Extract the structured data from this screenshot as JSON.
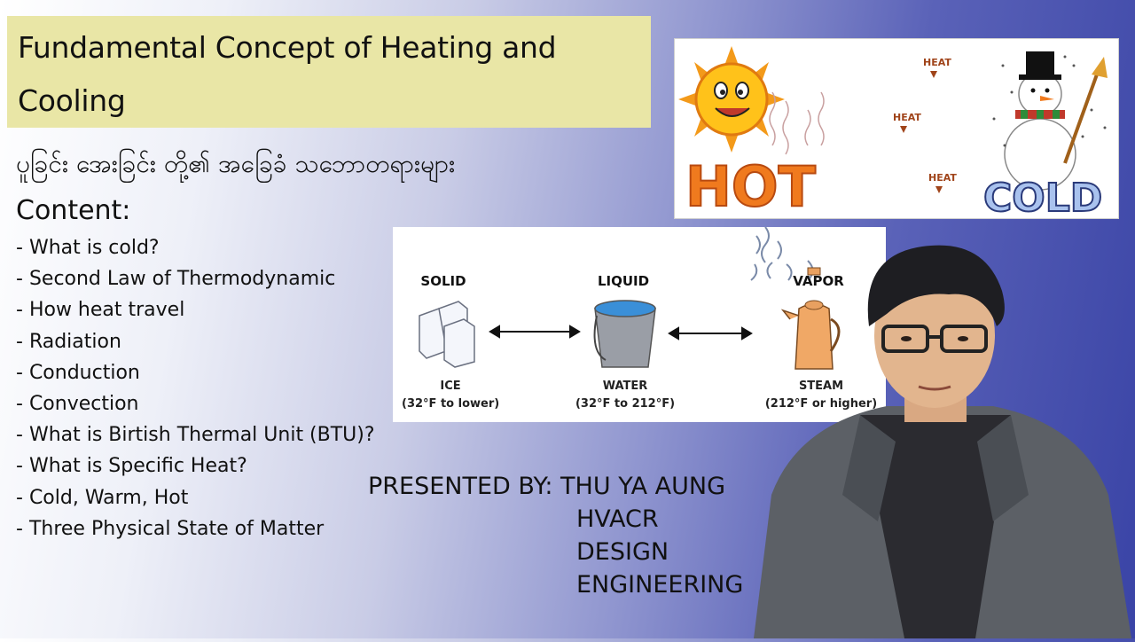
{
  "title": {
    "line1": "Fundamental Concept of Heating and",
    "line2": "Cooling"
  },
  "subtitle_burmese": "ပူခြင်း အေးခြင်း တို့၏ အခြေခံ သဘောတရားများ",
  "content": {
    "heading": "Content:",
    "items": [
      "What is cold?",
      "Second Law of Thermodynamic",
      "How heat travel",
      "Radiation",
      "Conduction",
      "Convection",
      "What is Birtish Thermal Unit (BTU)?",
      "What is Specific Heat?",
      "Cold, Warm, Hot",
      "Three Physical State of Matter"
    ]
  },
  "hot_cold_image": {
    "hot_label": "HOT",
    "heat_labels": [
      "HEAT",
      "HEAT",
      "HEAT"
    ],
    "cold_label": "COLD"
  },
  "states_image": {
    "solid": {
      "label": "SOLID",
      "name": "ICE",
      "range": "(32°F to lower)"
    },
    "liquid": {
      "label": "LIQUID",
      "name": "WATER",
      "range": "(32°F to 212°F)"
    },
    "vapor": {
      "label": "VAPOR",
      "name": "STEAM",
      "range": "(212°F or higher)"
    }
  },
  "presenter": {
    "line": "PRESENTED BY: THU YA AUNG",
    "roles": [
      "HVACR",
      "DESIGN",
      "ENGINEERING"
    ]
  },
  "colors": {
    "title_bg": "#e9e6a6",
    "gradient_end": "#3a44a6",
    "hot_orange": "#f07a1e",
    "cold_blue": "#9fb8e8"
  }
}
